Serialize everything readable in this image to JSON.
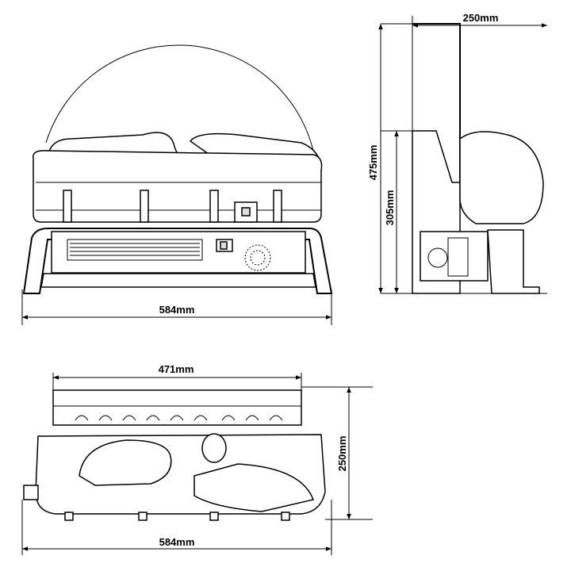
{
  "front_view": {
    "width_label": "584mm"
  },
  "side_view": {
    "depth_label": "250mm",
    "height_label": "475mm",
    "base_height_label": "305mm"
  },
  "top_view": {
    "inner_width_label": "471mm",
    "depth_label": "250mm",
    "width_label": "584mm"
  }
}
